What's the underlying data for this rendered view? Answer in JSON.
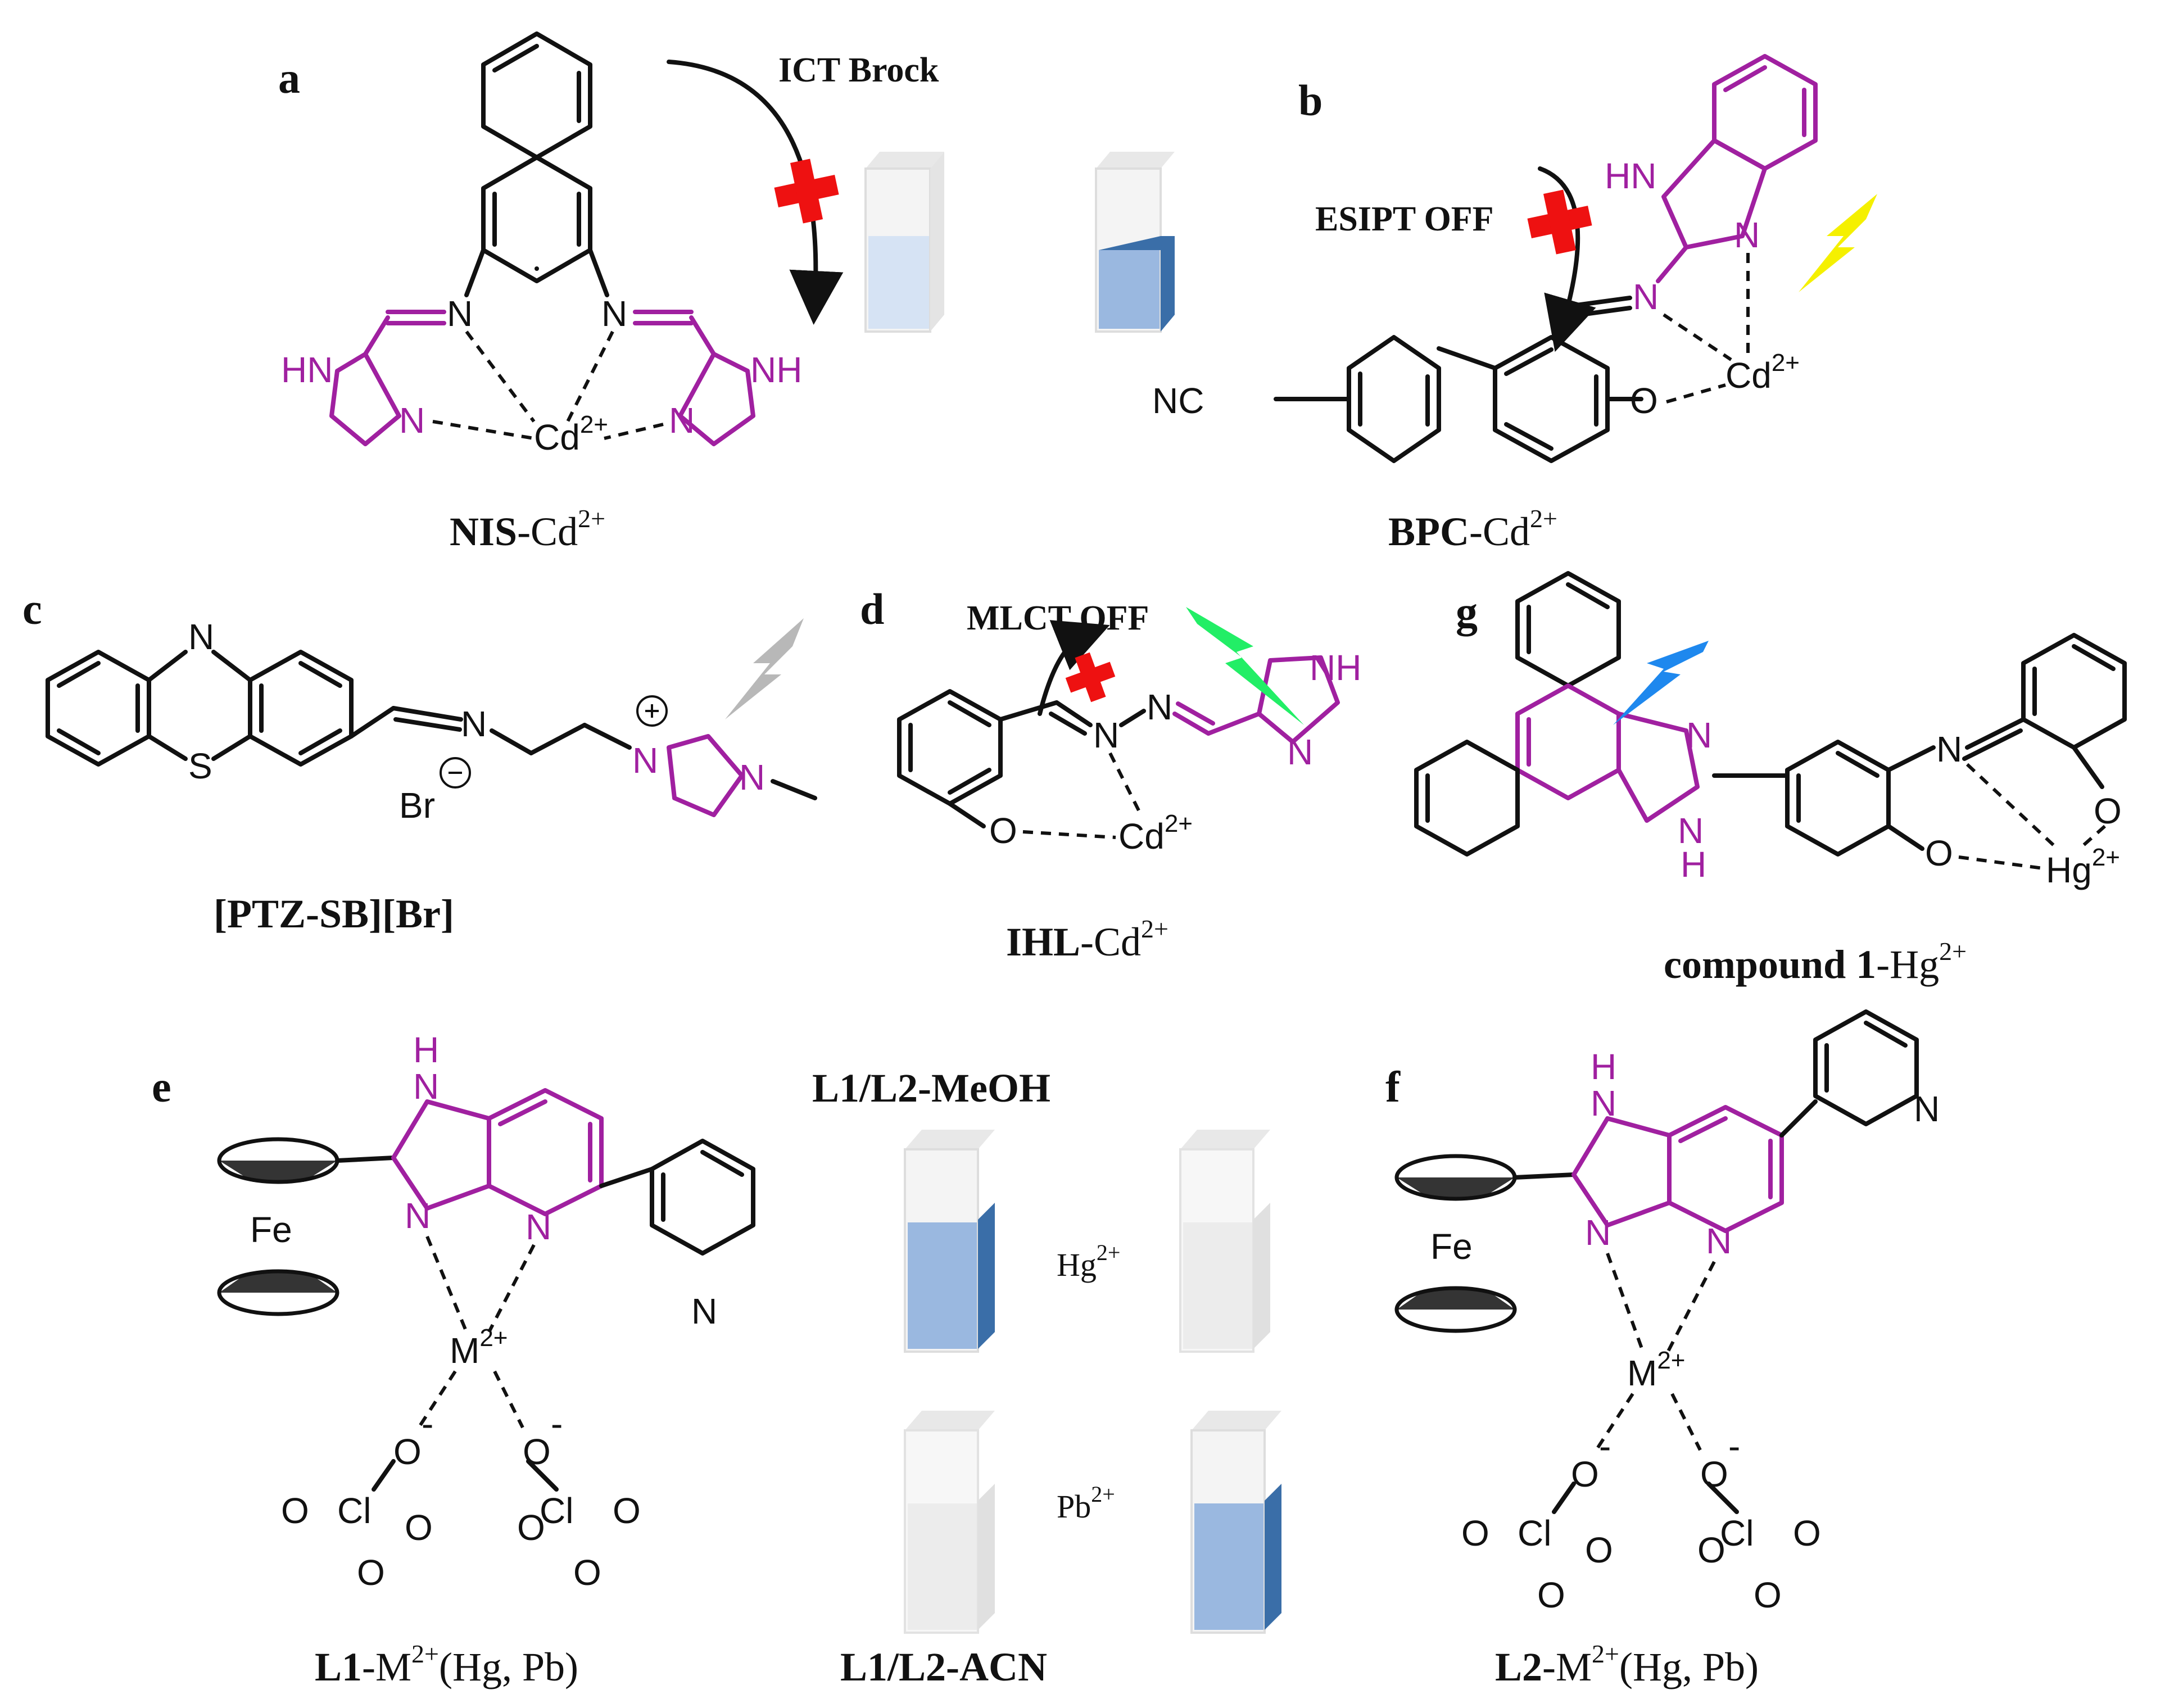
{
  "panels": {
    "a": {
      "label": "a",
      "annotation": "ICT Brock",
      "atoms": {
        "n1": "N",
        "n2": "N",
        "hn1": "HN",
        "n3": "N",
        "n4": "N",
        "nh2": "NH",
        "metal": "Cd",
        "metal_charge": "2+"
      },
      "caption_bold": "NIS",
      "caption_rest": "-Cd",
      "caption_sup": "2+"
    },
    "b": {
      "label": "b",
      "annotation": "ESIPT OFF",
      "atoms": {
        "hn": "HN",
        "n_ring": "N",
        "n_imine": "N",
        "o": "O",
        "nc": "NC",
        "metal": "Cd",
        "metal_charge": "2+"
      },
      "caption_bold": "BPC",
      "caption_rest": "-Cd",
      "caption_sup": "2+"
    },
    "c": {
      "label": "c",
      "atoms": {
        "n_ptz": "N",
        "s": "S",
        "n_imine": "N",
        "br": "Br",
        "n_plus": "N",
        "n_methyl": "N"
      },
      "caption_bold": "[PTZ-SB][Br]"
    },
    "d": {
      "label": "d",
      "annotation": "MLCT OFF",
      "atoms": {
        "n1": "N",
        "n2": "N",
        "nh": "NH",
        "n_ring": "N",
        "o": "O",
        "metal": "Cd",
        "metal_charge": "2+"
      },
      "caption_bold": "IHL",
      "caption_rest": "-Cd",
      "caption_sup": "2+"
    },
    "g": {
      "label": "g",
      "atoms": {
        "n_ring": "N",
        "h": "H",
        "n_h": "N",
        "n_imine": "N",
        "o1": "O",
        "o2": "O",
        "metal": "Hg",
        "metal_charge": "2+"
      },
      "caption_bold": "compound 1",
      "caption_rest": "-Hg",
      "caption_sup": "2+"
    },
    "e": {
      "label": "e",
      "atoms": {
        "h": "H",
        "n_h": "N",
        "fe": "Fe",
        "n1": "N",
        "n2": "N",
        "n_pyr": "N",
        "metal": "M",
        "metal_charge": "2+",
        "o1": "O",
        "o2": "O",
        "cl1": "Cl",
        "cl2": "Cl",
        "minus": "-"
      },
      "caption_bold": "L1",
      "caption_rest": "-M",
      "caption_sup": "2+",
      "caption_tail": "(Hg, Pb)"
    },
    "f": {
      "label": "f",
      "atoms": {
        "h": "H",
        "n_h": "N",
        "fe": "Fe",
        "n1": "N",
        "n2": "N",
        "n_pyr": "N",
        "metal": "M",
        "metal_charge": "2+",
        "o1": "O",
        "o2": "O",
        "cl1": "Cl",
        "cl2": "Cl",
        "minus": "-"
      },
      "caption_bold": "L2",
      "caption_rest": "-M",
      "caption_sup": "2+",
      "caption_tail": "(Hg, Pb)"
    }
  },
  "center": {
    "top_label": "L1/L2-MeOH",
    "hg_label": "Hg",
    "hg_sup": "2+",
    "pb_label": "Pb",
    "pb_sup": "2+",
    "bottom_label": "L1/L2-ACN"
  },
  "colors": {
    "heteroatom_ring": "#a020a0",
    "cross": "#ee1111",
    "bolt_yellow": "#f5f000",
    "bolt_gray": "#b8b8b8",
    "bolt_green": "#22ee66",
    "bolt_blue": "#1e88ee",
    "solution_blue": "#9ab8e0",
    "solution_dark": "#3a6ea8"
  }
}
